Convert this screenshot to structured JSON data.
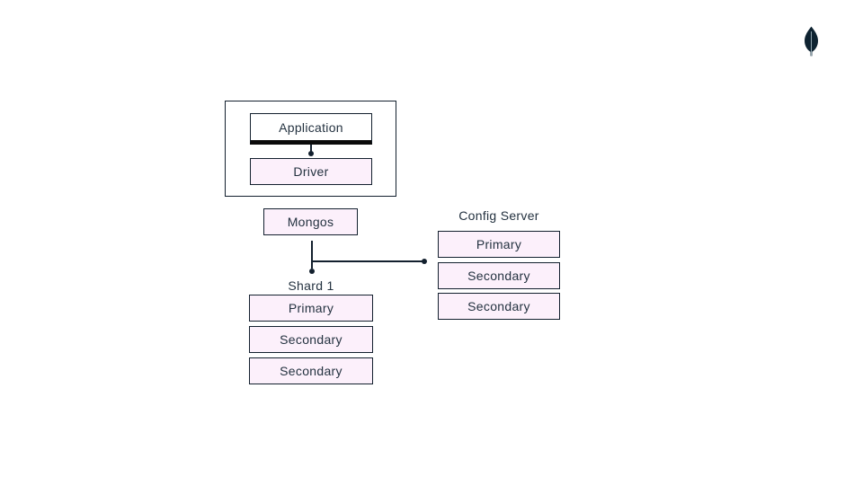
{
  "canvas": {
    "background": "#ffffff"
  },
  "colors": {
    "canvas_bg": "#ffffff",
    "node_fill_pink": "#fcf0fb",
    "node_fill_white": "#ffffff",
    "stroke": "#13202e",
    "text": "#243240",
    "divider_black": "#0b0b0b",
    "logo_dark": "#0e2331",
    "logo_stem": "#9fb3bd"
  },
  "logo": {
    "icon": "mongodb-leaf-icon"
  },
  "diagram": {
    "app_group": {
      "application_label": "Application",
      "driver_label": "Driver"
    },
    "mongos": {
      "label": "Mongos"
    },
    "shard1": {
      "title": "Shard 1",
      "nodes": [
        {
          "label": "Primary"
        },
        {
          "label": "Secondary"
        },
        {
          "label": "Secondary"
        }
      ]
    },
    "config_server": {
      "title": "Config Server",
      "nodes": [
        {
          "label": "Primary"
        },
        {
          "label": "Secondary"
        },
        {
          "label": "Secondary"
        }
      ]
    }
  }
}
